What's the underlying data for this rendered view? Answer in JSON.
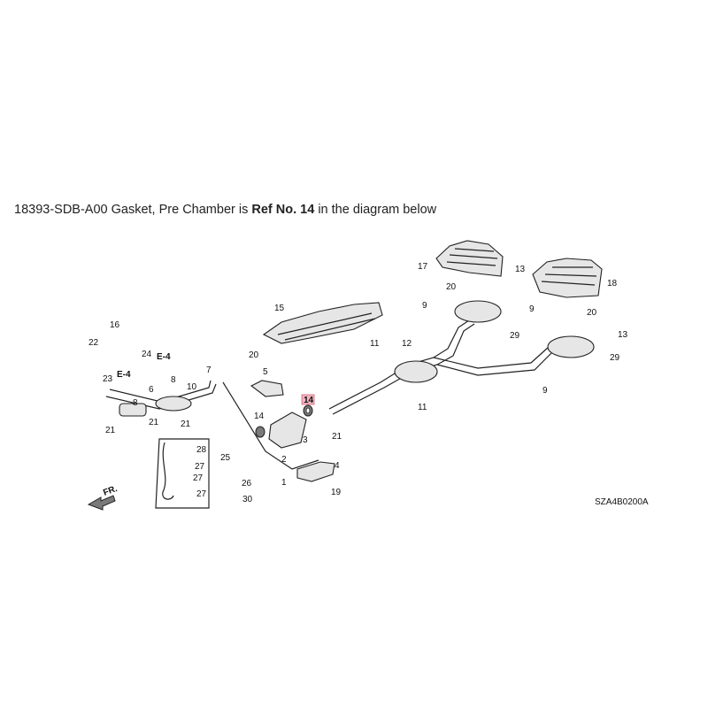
{
  "caption": {
    "part_text": "18393-SDB-A00 Gasket, Pre Chamber is ",
    "ref_text": "Ref No. 14",
    "suffix_text": " in the diagram below"
  },
  "diagram": {
    "highlight_ref": "14",
    "direction_label": "FR.",
    "code": "SZA4B0200A",
    "ref_e4": "E-4",
    "callouts": [
      "1",
      "2",
      "3",
      "4",
      "5",
      "6",
      "7",
      "8",
      "9",
      "10",
      "11",
      "12",
      "13",
      "14",
      "15",
      "16",
      "17",
      "18",
      "19",
      "20",
      "21",
      "22",
      "23",
      "24",
      "25",
      "26",
      "27",
      "28",
      "29",
      "30"
    ]
  }
}
